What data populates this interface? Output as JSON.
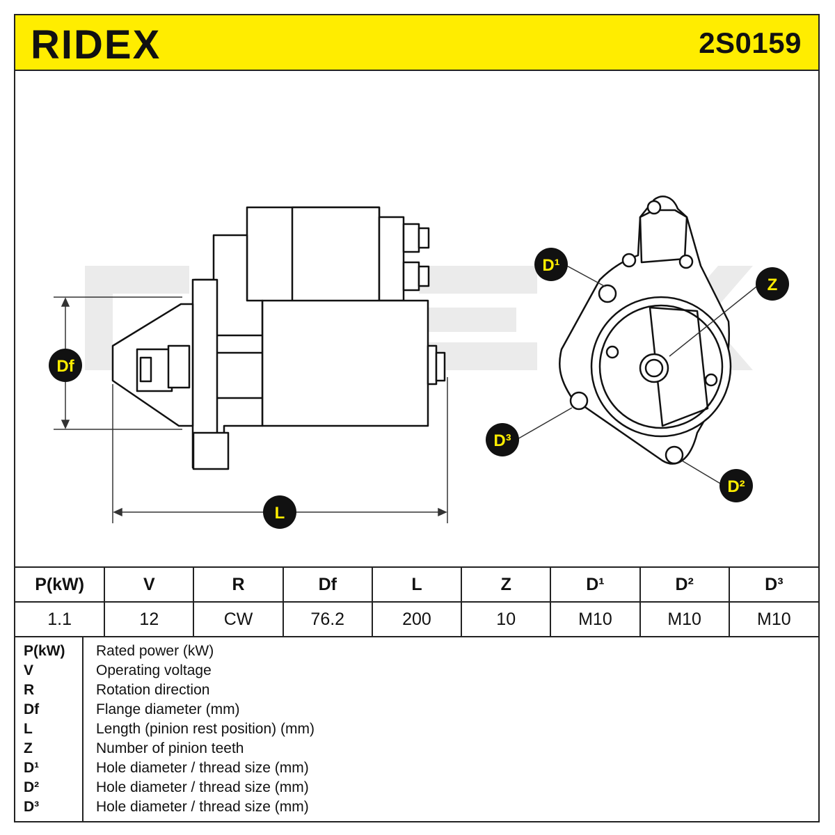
{
  "header": {
    "brand": "RIDEX",
    "part_number": "2S0159",
    "colors": {
      "accent": "#ffed00",
      "ink": "#111111",
      "watermark": "#ebebeb"
    }
  },
  "drawing": {
    "labels": {
      "df": "Df",
      "l": "L",
      "z": "Z",
      "d1": "D¹",
      "d2": "D²",
      "d3": "D³"
    }
  },
  "specs": {
    "columns": [
      {
        "key": "P(kW)",
        "value": "1.1"
      },
      {
        "key": "V",
        "value": "12"
      },
      {
        "key": "R",
        "value": "CW"
      },
      {
        "key": "Df",
        "value": "76.2"
      },
      {
        "key": "L",
        "value": "200"
      },
      {
        "key": "Z",
        "value": "10"
      },
      {
        "key": "D¹",
        "value": "M10"
      },
      {
        "key": "D²",
        "value": "M10"
      },
      {
        "key": "D³",
        "value": "M10"
      }
    ]
  },
  "legend": [
    {
      "sym": "P(kW)",
      "desc": "Rated power (kW)"
    },
    {
      "sym": "V",
      "desc": "Operating voltage"
    },
    {
      "sym": "R",
      "desc": "Rotation direction"
    },
    {
      "sym": "Df",
      "desc": "Flange diameter (mm)"
    },
    {
      "sym": "L",
      "desc": "Length (pinion rest position) (mm)"
    },
    {
      "sym": "Z",
      "desc": "Number of pinion teeth"
    },
    {
      "sym": "D¹",
      "desc": "Hole diameter / thread size (mm)"
    },
    {
      "sym": "D²",
      "desc": "Hole diameter / thread size (mm)"
    },
    {
      "sym": "D³",
      "desc": "Hole diameter / thread size (mm)"
    }
  ]
}
